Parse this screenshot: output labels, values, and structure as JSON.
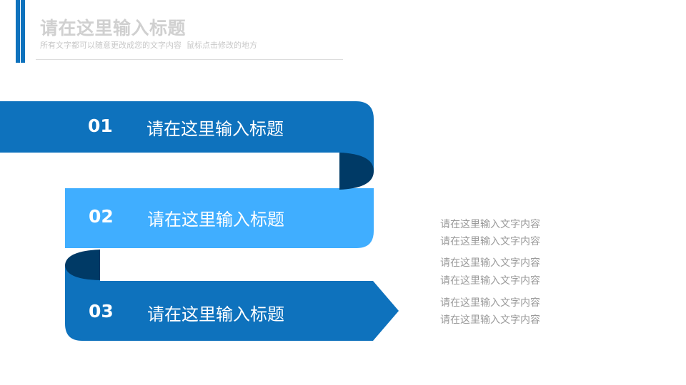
{
  "header": {
    "title": "请在这里输入标题",
    "subtitle": "所有文字都可以随意更改成您的文字内容  鼠标点击修改的地方"
  },
  "colors": {
    "accent_blue": "#0E72BD",
    "light_blue": "#40AEFF",
    "dark_fold": "#003A66",
    "title_gray": "#D0D0D0",
    "text_gray": "#9A9A9A"
  },
  "steps": [
    {
      "number": "01",
      "title": "请在这里输入标题"
    },
    {
      "number": "02",
      "title": "请在这里输入标题"
    },
    {
      "number": "03",
      "title": "请在这里输入标题"
    }
  ],
  "descriptions": [
    [
      "请在这里输入文字内容",
      "请在这里输入文字内容"
    ],
    [
      "请在这里输入文字内容",
      "请在这里输入文字内容"
    ],
    [
      "请在这里输入文字内容",
      "请在这里输入文字内容"
    ]
  ]
}
